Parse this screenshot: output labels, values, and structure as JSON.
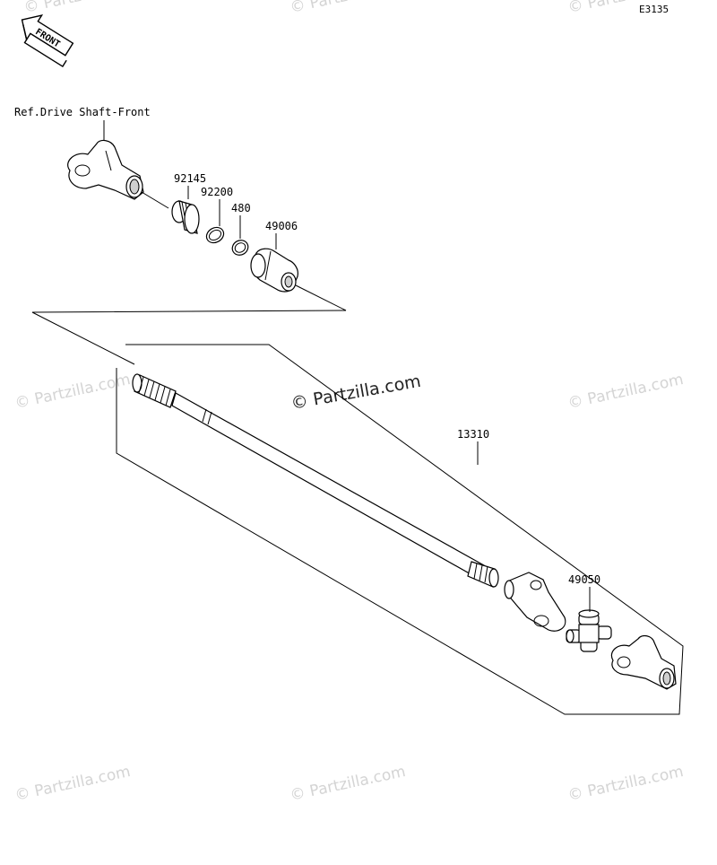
{
  "diagram_code": "E3135",
  "front_label": "FRONT",
  "reference_label": "Ref.Drive Shaft-Front",
  "parts": {
    "p92145": "92145",
    "p92200": "92200",
    "p480": "480",
    "p49006": "49006",
    "p13310": "13310",
    "p49050": "49050"
  },
  "watermark": {
    "text": "© Partzilla.com"
  },
  "colors": {
    "line": "#000000",
    "watermark_light": "#d4d4d4",
    "watermark_dark": "#222222"
  },
  "icons": {
    "front_arrow": "front-arrow-icon"
  }
}
